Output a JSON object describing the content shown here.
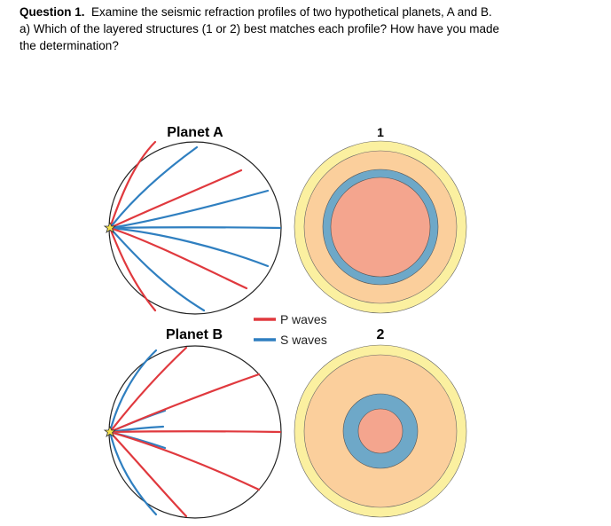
{
  "question": {
    "heading": "Question 1.",
    "line1": "Examine the seismic refraction profiles of two hypothetical planets, A and B.",
    "line2": "a) Which of the layered structures (1 or 2) best matches each profile? How have you made",
    "line3": "the determination?"
  },
  "figure": {
    "planet_a_label": "Planet A",
    "planet_b_label": "Planet B",
    "structure_1_label": "1",
    "structure_2_label": "2",
    "legend": {
      "p_waves": "P waves",
      "s_waves": "S waves"
    },
    "colors": {
      "p_wave": "#e0393e",
      "s_wave": "#2f7fc0",
      "outer_layer": "#fbf0a0",
      "mantle": "#fbcf9c",
      "outer_core": "#6ea8c8",
      "inner_core": "#f4a58e"
    }
  }
}
